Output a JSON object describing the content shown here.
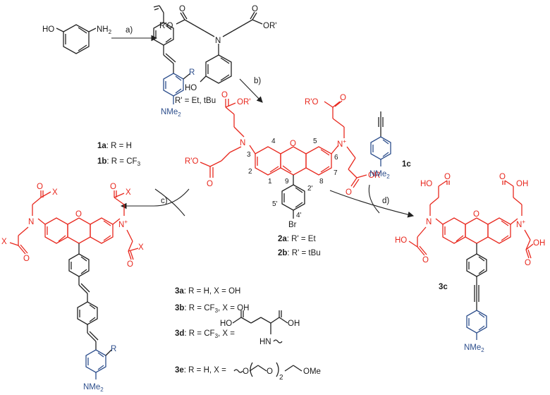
{
  "start": {
    "ho": "HO",
    "nh2": "NH",
    "nh2_sub": "2"
  },
  "inter": {
    "ester_left": "R'O",
    "ester_right": "OR'",
    "n": "N",
    "ho": "HO",
    "o": "O",
    "rdef": "R' = Et, tBu"
  },
  "steps": {
    "a": "a)",
    "b": "b)",
    "c": "c)",
    "d": "d)"
  },
  "cmp1": {
    "r": "R",
    "nme2": "NMe",
    "nme2_sub": "2",
    "la_id": "1a",
    "la_rest": ": R = H",
    "lb_id": "1b",
    "lb_rest": ": R = CF",
    "lb_sub": "3"
  },
  "cmp2": {
    "cooR": "O",
    "or": "OR'",
    "ro": "R'O",
    "n": "N",
    "nplus": "N",
    "plus": "+",
    "o": "O",
    "br": "Br",
    "nums": [
      "4",
      "5",
      "3",
      "6",
      "2",
      "1",
      "9",
      "8",
      "7",
      "2'",
      "5'",
      "4'"
    ],
    "la_id": "2a",
    "la_rest": ": R' = Et",
    "lb_id": "2b",
    "lb_rest": ": R' = tBu"
  },
  "cmp1c": {
    "id": "1c",
    "nme2": "NMe",
    "nme2_sub": "2"
  },
  "cmp3": {
    "x": "X",
    "o": "O",
    "n": "N",
    "plus": "+",
    "r": "R",
    "nme2": "NMe",
    "nme2_sub": "2",
    "l3a_id": "3a",
    "l3a_rest": ": R = H, X = OH",
    "l3b_id": "3b",
    "l3b_rest": ": R = CF",
    "l3b_sub": "3",
    "l3b_rest2": ", X = OH",
    "l3d_id": "3d",
    "l3d_rest": ": R = CF",
    "l3d_sub": "3",
    "l3d_rest2": ",  X = ",
    "l3d_ho": "HO",
    "l3d_oh": "OH",
    "l3d_hn": "HN",
    "l3e_id": "3e",
    "l3e_rest": ": R = H,  X = ",
    "l3e_o": "O",
    "l3e_n": "2",
    "l3e_ome": "OMe"
  },
  "cmp3c": {
    "id": "3c",
    "ho": "HO",
    "oh": "OH",
    "n": "N",
    "plus": "+",
    "o": "O",
    "nme2": "NMe",
    "nme2_sub": "2"
  }
}
